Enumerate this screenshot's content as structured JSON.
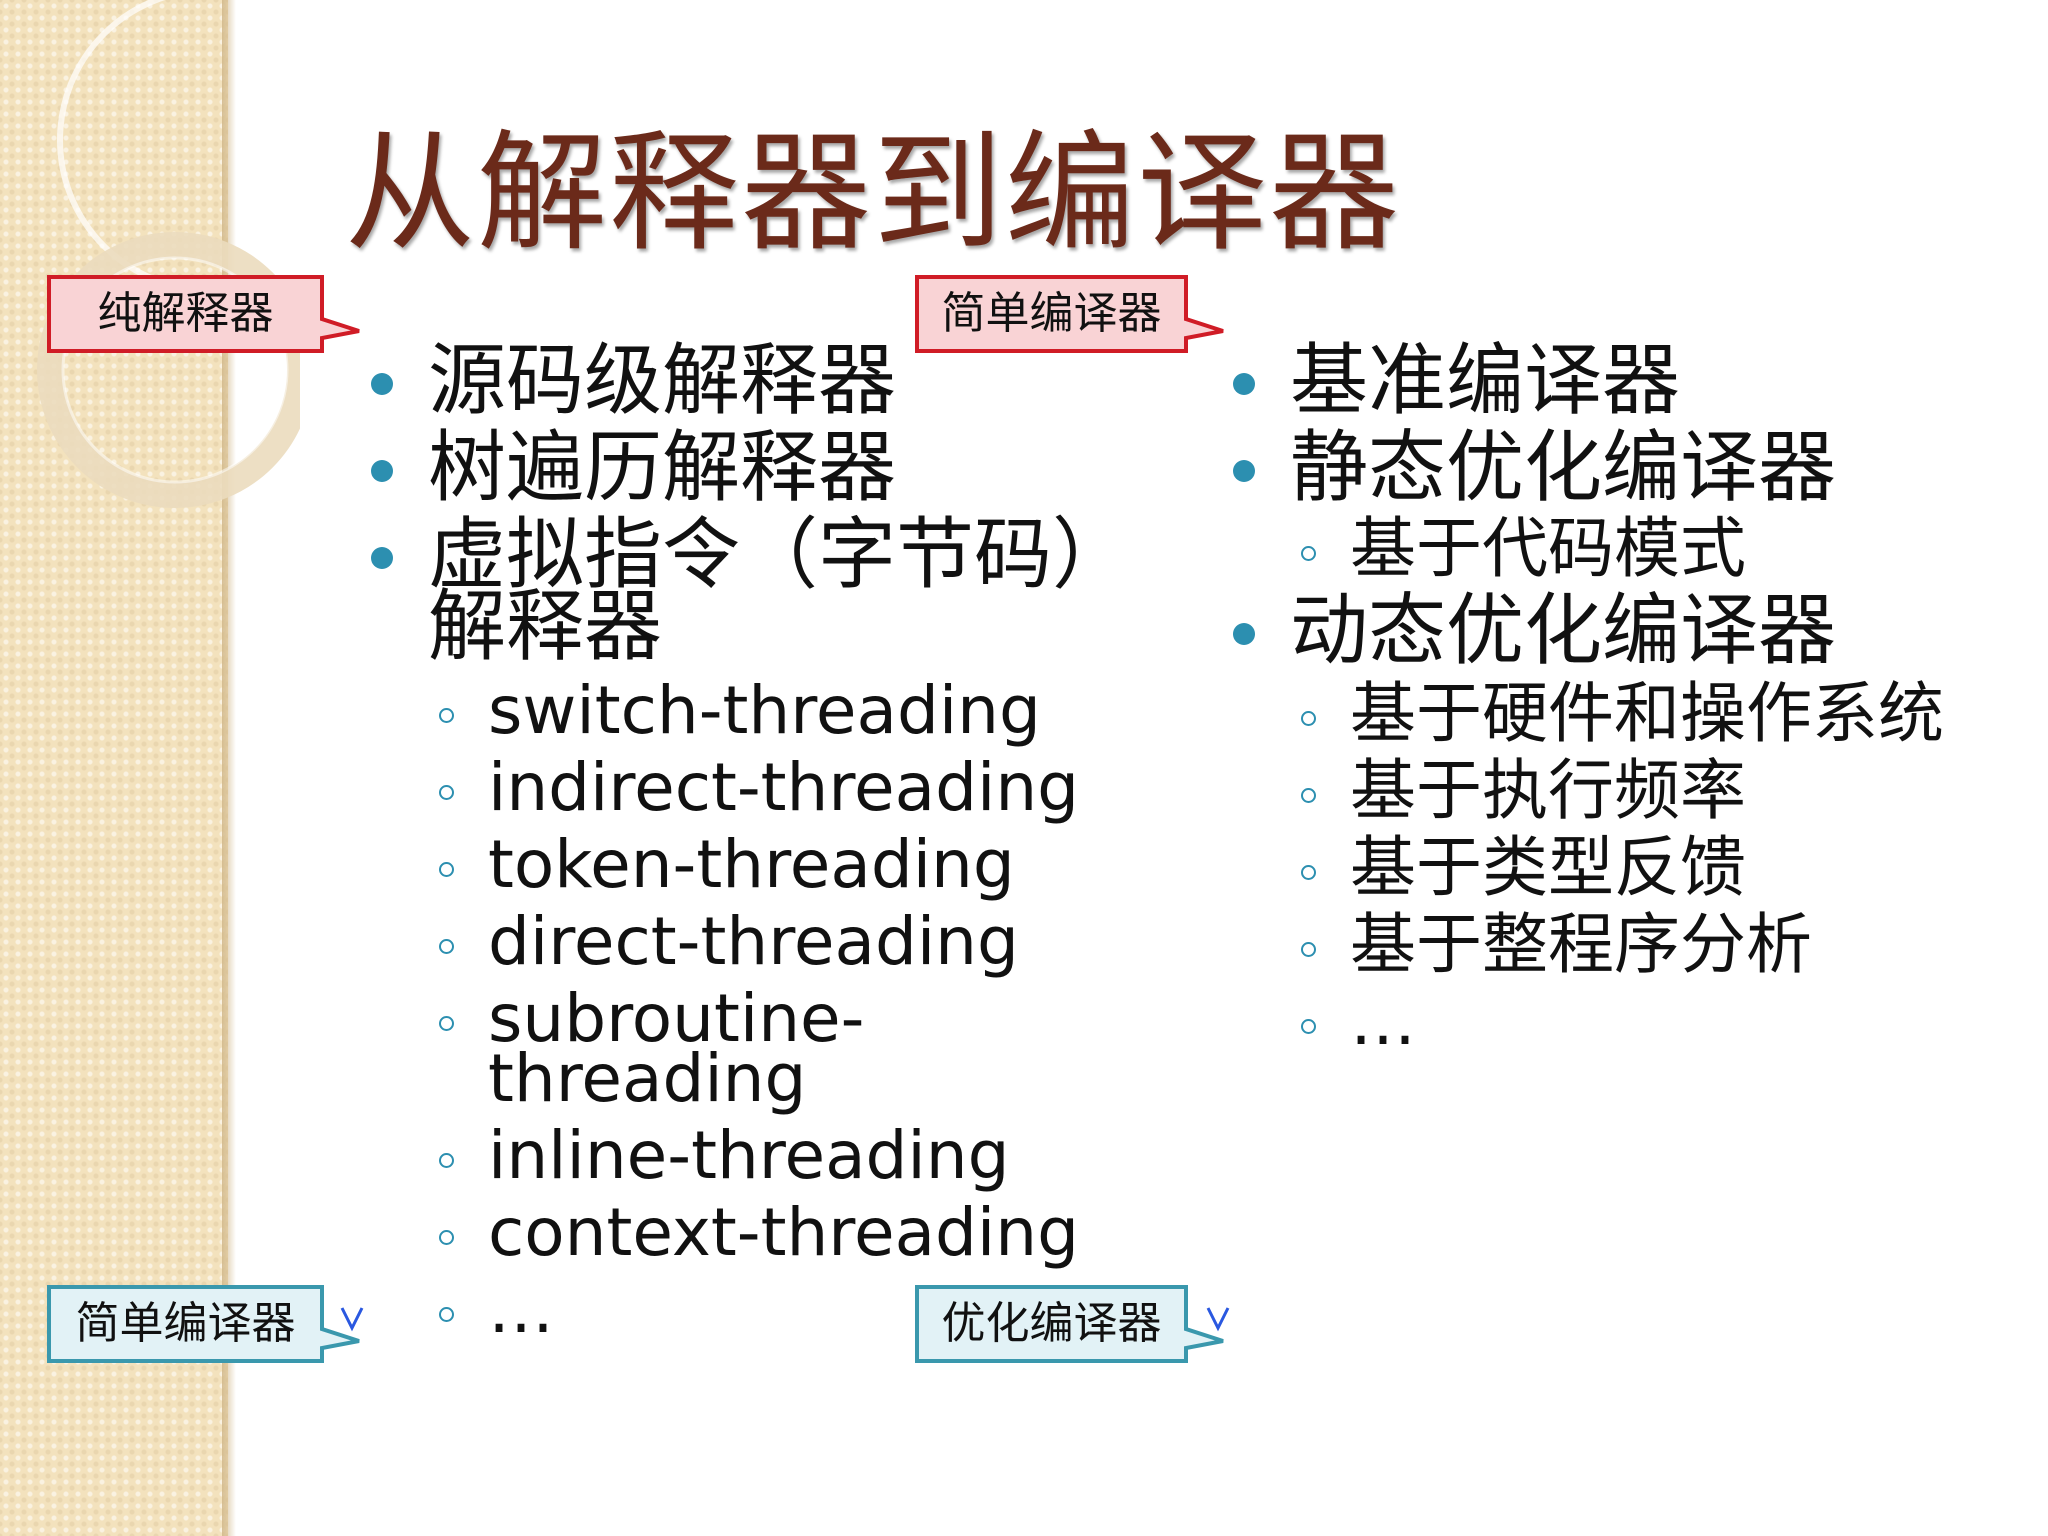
{
  "title": "从解释器到编译器",
  "tags": {
    "pure_interpreter": "纯解释器",
    "simple_compiler_top": "简单编译器",
    "simple_compiler_bottom": "简单编译器",
    "optimizing_compiler": "优化编译器"
  },
  "colors": {
    "title": "#6b2a1a",
    "tag_red_border": "#d01c26",
    "tag_red_fill": "#f9d3d5",
    "tag_teal_border": "#3a98ad",
    "tag_teal_fill": "#e2f2f6",
    "bullet": "#2c8fb0"
  },
  "left": {
    "items": [
      {
        "text": "源码级解释器",
        "level": 1
      },
      {
        "text": "树遍历解释器",
        "level": 1
      },
      {
        "text": "虚拟指令（字节码）",
        "text2": "解释器",
        "level": 1
      },
      {
        "text": "switch-threading",
        "level": 2
      },
      {
        "text": "indirect-threading",
        "level": 2
      },
      {
        "text": "token-threading",
        "level": 2
      },
      {
        "text": "direct-threading",
        "level": 2
      },
      {
        "text": "subroutine-",
        "text2": "threading",
        "level": 2
      },
      {
        "text": "inline-threading",
        "level": 2
      },
      {
        "text": "context-threading",
        "level": 2
      },
      {
        "text": "…",
        "level": 2
      }
    ]
  },
  "right": {
    "items": [
      {
        "text": "基准编译器",
        "level": 1
      },
      {
        "text": "静态优化编译器",
        "level": 1
      },
      {
        "text": "基于代码模式",
        "level": 2
      },
      {
        "text": "动态优化编译器",
        "level": 1
      },
      {
        "text": "基于硬件和操作系统",
        "level": 2
      },
      {
        "text": "基于执行频率",
        "level": 2
      },
      {
        "text": "基于类型反馈",
        "level": 2
      },
      {
        "text": "基于整程序分析",
        "level": 2
      },
      {
        "text": "…",
        "level": 2
      }
    ]
  }
}
